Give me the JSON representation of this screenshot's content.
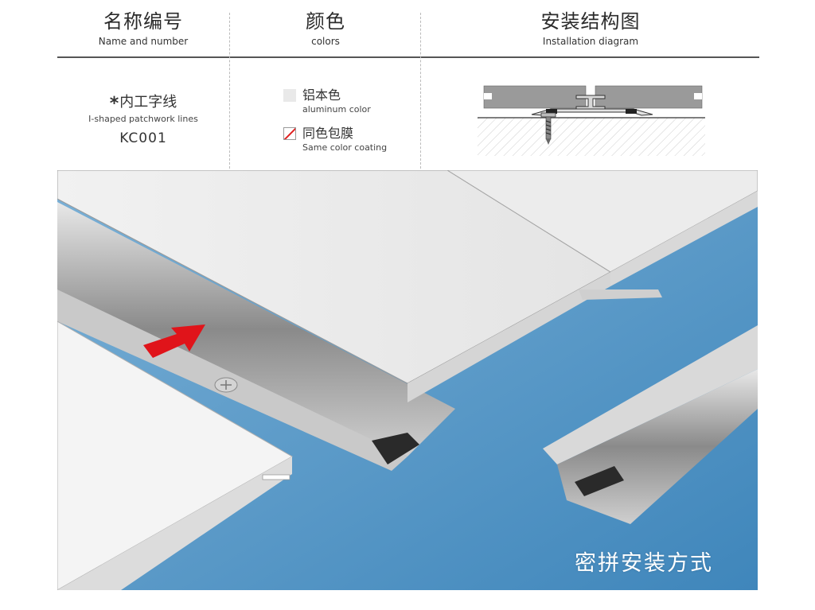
{
  "header": {
    "name_cn": "名称编号",
    "name_en": "Name and number",
    "colors_cn": "颜色",
    "colors_en": "colors",
    "install_cn": "安装结构图",
    "install_en": "Installation diagram"
  },
  "product": {
    "star": "*",
    "name_cn": "内工字线",
    "name_en": "I-shaped patchwork lines",
    "code": "KC001"
  },
  "colors": [
    {
      "cn": "铝本色",
      "en": "aluminum color",
      "swatch": "#e9e9e9"
    },
    {
      "cn": "同色包膜",
      "en": "Same color coating",
      "swatch": "#e02020"
    }
  ],
  "photo": {
    "caption": "密拼安装方式",
    "floor_color": "#4a90c0",
    "arrow_color": "#e0141a"
  }
}
